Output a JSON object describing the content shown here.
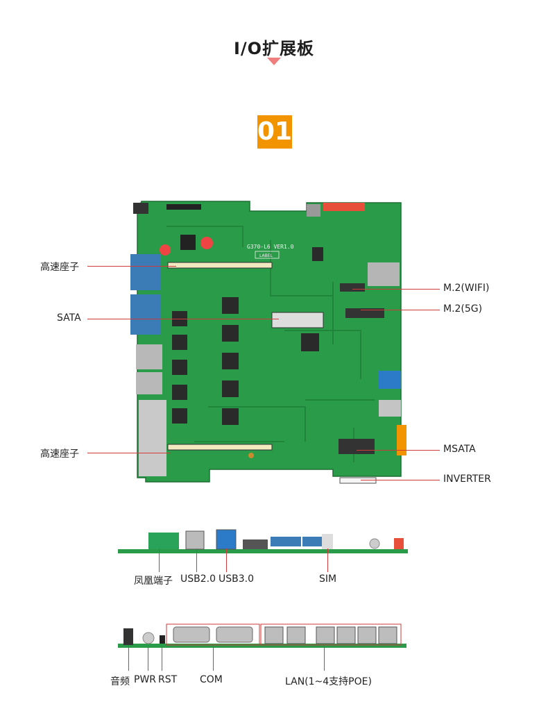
{
  "header": {
    "title": "I/O扩展板",
    "badge": "01"
  },
  "board": {
    "silk_model": "G370-L6 VER1.0",
    "silk_label": "LABEL",
    "colors": {
      "pcb": "#2a9b48",
      "pcb_dark": "#1f7f39",
      "accent_orange": "#f29300",
      "callout": "#cf3a3a"
    }
  },
  "callouts": {
    "left": [
      {
        "label": "高速座子"
      },
      {
        "label": "SATA"
      },
      {
        "label": "高速座子"
      }
    ],
    "right": [
      {
        "label": "M.2(WIFI)"
      },
      {
        "label": "M.2(5G)"
      },
      {
        "label": "MSATA"
      },
      {
        "label": "INVERTER"
      }
    ]
  },
  "side_view_1": {
    "labels": [
      {
        "label": "凤凰端子"
      },
      {
        "label": "USB2.0"
      },
      {
        "label": "USB3.0"
      },
      {
        "label": "SIM"
      }
    ]
  },
  "side_view_2": {
    "labels": [
      {
        "label": "音频"
      },
      {
        "label": "PWR"
      },
      {
        "label": "RST"
      },
      {
        "label": "COM"
      },
      {
        "label": "LAN(1~4支持POE)"
      }
    ]
  }
}
